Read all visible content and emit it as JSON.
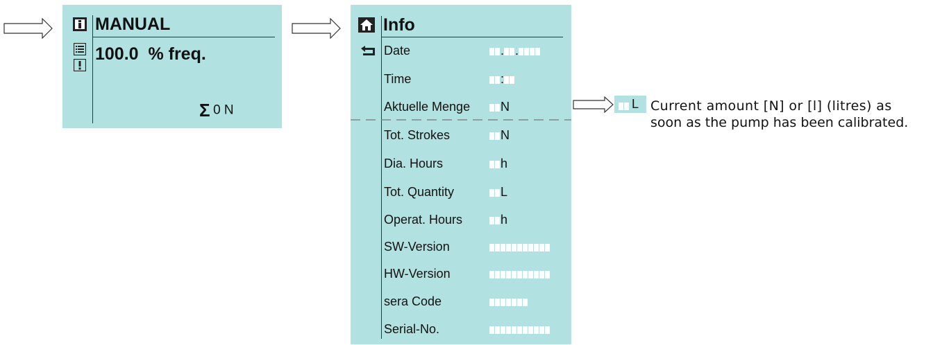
{
  "main_screen": {
    "title": "MANUAL",
    "value_line": "100.0  % freq.",
    "counter_symbol": "Σ",
    "counter_value": "0 N",
    "icons": [
      "info-icon",
      "menu-list-icon",
      "alarm-icon"
    ]
  },
  "info_screen": {
    "title": "Info",
    "icons": [
      "home-icon",
      "back-icon"
    ],
    "rows": [
      {
        "label": "Date",
        "value_mask": "date",
        "suffix": ""
      },
      {
        "label": "Time",
        "value_mask": "time",
        "suffix": ""
      },
      {
        "label": "Aktuelle Menge",
        "value_mask": "2",
        "suffix": "N"
      },
      {
        "label": "Tot. Strokes",
        "value_mask": "2",
        "suffix": "N"
      },
      {
        "label": "Dia. Hours",
        "value_mask": "2",
        "suffix": "h"
      },
      {
        "label": "Tot. Quantity",
        "value_mask": "2",
        "suffix": "L"
      },
      {
        "label": "Operat. Hours",
        "value_mask": "2",
        "suffix": "h"
      },
      {
        "label": "SW-Version",
        "value_mask": "11",
        "suffix": ""
      },
      {
        "label": "HW-Version",
        "value_mask": "11",
        "suffix": ""
      },
      {
        "label": "sera Code",
        "value_mask": "7",
        "suffix": ""
      },
      {
        "label": "Serial-No.",
        "value_mask": "11",
        "suffix": ""
      }
    ]
  },
  "callout": {
    "box_suffix": "L",
    "text_line1": "Current amount [N] or [l] (litres) as",
    "text_line2": "soon as the pump has been calibrated."
  }
}
